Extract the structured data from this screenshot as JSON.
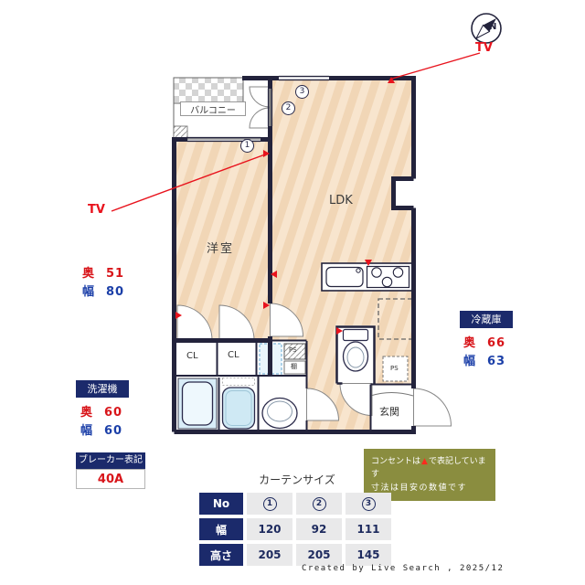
{
  "colors": {
    "accent_red": "#e8131d",
    "accent_blue": "#1b3fa8",
    "label_navy": "#1b2a6b",
    "note_olive": "#8a8d3f",
    "wall": "#23233c",
    "floor_stripe_light": "#f8e5ce",
    "floor_stripe_dark": "#f1d6b6"
  },
  "compass": {
    "label": "N"
  },
  "tv": {
    "top": "TV",
    "left": "TV"
  },
  "rooms": {
    "balcony": "バルコニー",
    "western": "洋室",
    "ldk": "LDK",
    "cl1": "CL",
    "cl2": "CL",
    "ps1": "PS",
    "shelf": "棚",
    "ps2": "PS",
    "entrance": "玄関"
  },
  "measures": {
    "western": {
      "depth_label": "奥",
      "depth_value": "51",
      "width_label": "幅",
      "width_value": "80"
    },
    "washer": {
      "title": "洗濯機",
      "depth_label": "奥",
      "depth_value": "60",
      "width_label": "幅",
      "width_value": "60"
    },
    "fridge": {
      "title": "冷蔵庫",
      "depth_label": "奥",
      "depth_value": "66",
      "width_label": "幅",
      "width_value": "63"
    }
  },
  "breaker": {
    "title": "ブレーカー表記",
    "value": "40A"
  },
  "note": {
    "line1_pre": "コンセントは",
    "line1_mark": "▲",
    "line1_post": "で表記しています",
    "line2": "寸法は目安の数値です"
  },
  "curtain": {
    "title": "カーテンサイズ",
    "no_label": "No",
    "width_label": "幅",
    "height_label": "高さ",
    "numbers": [
      "1",
      "2",
      "3"
    ],
    "widths": [
      "120",
      "92",
      "111"
    ],
    "heights": [
      "205",
      "205",
      "145"
    ]
  },
  "credit": {
    "text": "Created by Live Search , 2025/12"
  }
}
